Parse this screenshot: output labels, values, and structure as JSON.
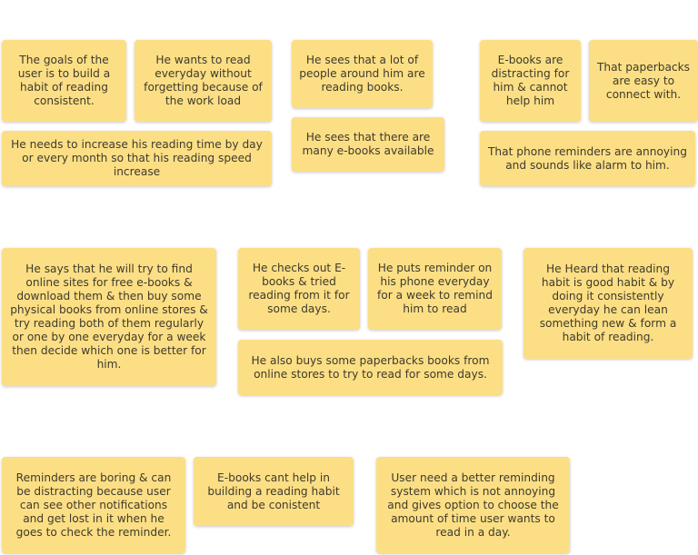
{
  "notes": {
    "goals": "The goals of the user is to build a habit of reading consistent.",
    "wants_read": "He wants to read everyday without forgetting because of the work load",
    "increase_time": "He needs to increase his reading time by day or every month so that his reading speed increase",
    "sees_people": "He sees that a lot of people around him are reading books.",
    "sees_ebooks": "He sees that there are many e-books available",
    "ebooks_distracting": "E-books are distracting for him & cannot help him",
    "paperbacks_easy": "That paperbacks are easy to connect with.",
    "phone_reminders": "That phone reminders are annoying and sounds like alarm to him.",
    "says_try": "He says that he will try to find online sites for free e-books & download them & then buy some physical books from online stores & try reading both of them regularly or one by one everyday  for a week then decide which one is better for him.",
    "checks_ebooks": "He checks out E-books & tried reading from it for some days.",
    "puts_reminder": "He puts reminder on his phone everyday for a week to remind him to read",
    "buys_paperbacks": "He also buys some paperbacks books from online stores to try to read for some days.",
    "heard_habit": "He Heard that reading habit is good habit & by doing it consistently everyday he can lean something new & form a habit of reading.",
    "reminders_boring": "Reminders are boring & can be distracting because user can see other notifications and get lost in it when he goes to check the reminder.",
    "ebooks_cant_help": "E-books cant help in building a reading habit and be conistent",
    "user_need": "User need a better reminding system which is not annoying and gives option to choose the amount of time user wants to read in a day."
  },
  "colors": {
    "note_fill": "#fcdf85",
    "note_text": "#3f3a2c"
  }
}
